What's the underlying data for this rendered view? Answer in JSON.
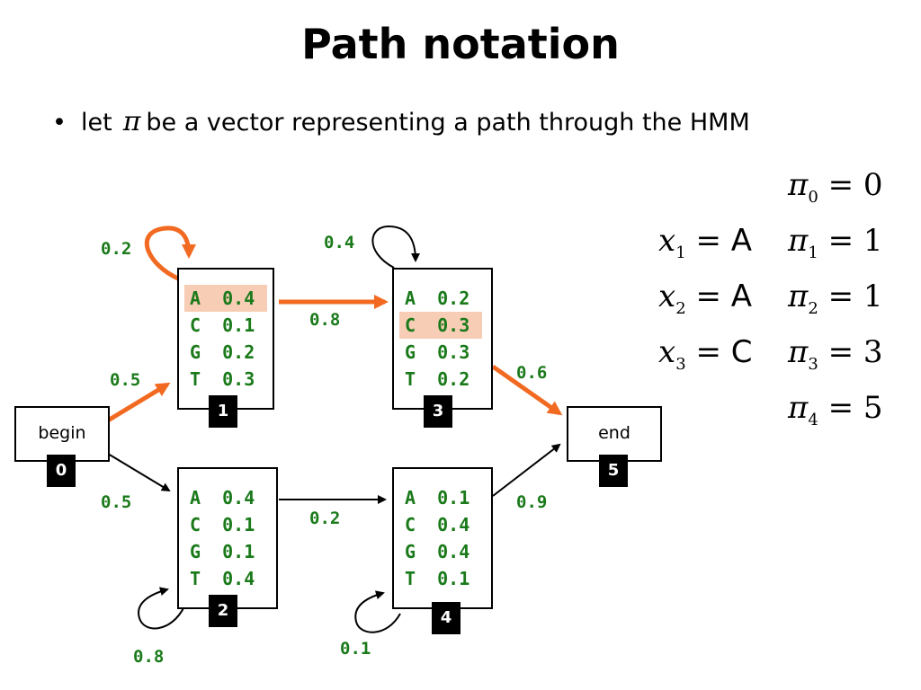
{
  "title": "Path notation",
  "bullet": {
    "before": "let",
    "symbol": "π",
    "after": "be a vector representing a path through the HMM"
  },
  "states": [
    {
      "name": "begin",
      "index": "0"
    },
    {
      "index": "1",
      "emissions": [
        {
          "sym": "A",
          "p": "0.4",
          "highlighted": true
        },
        {
          "sym": "C",
          "p": "0.1"
        },
        {
          "sym": "G",
          "p": "0.2"
        },
        {
          "sym": "T",
          "p": "0.3"
        }
      ]
    },
    {
      "index": "2",
      "emissions": [
        {
          "sym": "A",
          "p": "0.4"
        },
        {
          "sym": "C",
          "p": "0.1"
        },
        {
          "sym": "G",
          "p": "0.1"
        },
        {
          "sym": "T",
          "p": "0.4"
        }
      ]
    },
    {
      "index": "3",
      "emissions": [
        {
          "sym": "A",
          "p": "0.2"
        },
        {
          "sym": "C",
          "p": "0.3",
          "highlighted": true
        },
        {
          "sym": "G",
          "p": "0.3"
        },
        {
          "sym": "T",
          "p": "0.2"
        }
      ]
    },
    {
      "index": "4",
      "emissions": [
        {
          "sym": "A",
          "p": "0.1"
        },
        {
          "sym": "C",
          "p": "0.4"
        },
        {
          "sym": "G",
          "p": "0.4"
        },
        {
          "sym": "T",
          "p": "0.1"
        }
      ]
    },
    {
      "name": "end",
      "index": "5"
    }
  ],
  "transitions": {
    "begin_to_1": "0.5",
    "begin_to_2": "0.5",
    "self_1": "0.2",
    "one_to_3": "0.8",
    "self_3": "0.4",
    "three_to_end": "0.6",
    "two_to_4": "0.2",
    "self_2": "0.8",
    "self_4": "0.1",
    "four_to_end": "0.9"
  },
  "observations": [
    {
      "var": "x",
      "sub": "1",
      "value": "A"
    },
    {
      "var": "x",
      "sub": "2",
      "value": "A"
    },
    {
      "var": "x",
      "sub": "3",
      "value": "C"
    }
  ],
  "path": [
    {
      "var": "π",
      "sub": "0",
      "value": "0"
    },
    {
      "var": "π",
      "sub": "1",
      "value": "1"
    },
    {
      "var": "π",
      "sub": "2",
      "value": "1"
    },
    {
      "var": "π",
      "sub": "3",
      "value": "3"
    },
    {
      "var": "π",
      "sub": "4",
      "value": "5"
    }
  ],
  "colors": {
    "path_arrow": "#f26a21",
    "emission_text": "#1a7a1a",
    "highlight": "#f7cdb6"
  }
}
